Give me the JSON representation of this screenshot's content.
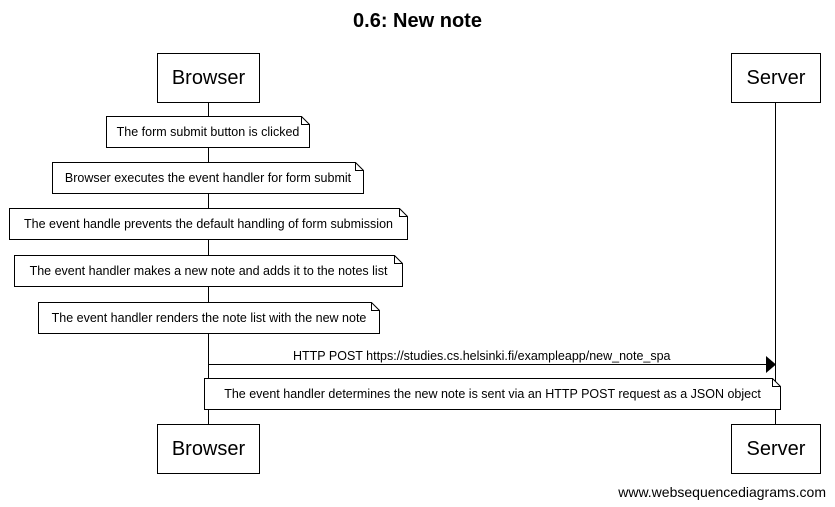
{
  "diagram": {
    "title": "0.6: New note",
    "participants": {
      "browser": "Browser",
      "server": "Server"
    },
    "notes": [
      "The form submit button is clicked",
      "Browser executes the event handler for form submit",
      "The event handle prevents the default handling of form submission",
      "The event handler makes a new note and adds it to the notes list",
      "The event handler renders the note list with the new note"
    ],
    "message": {
      "from": "Browser",
      "to": "Server",
      "label": "HTTP POST https://studies.cs.helsinki.fi/exampleapp/new_note_spa"
    },
    "final_note": "The event handler determines the new note is sent via an HTTP POST request as a JSON object"
  },
  "footer": {
    "credit": "www.websequencediagrams.com"
  }
}
